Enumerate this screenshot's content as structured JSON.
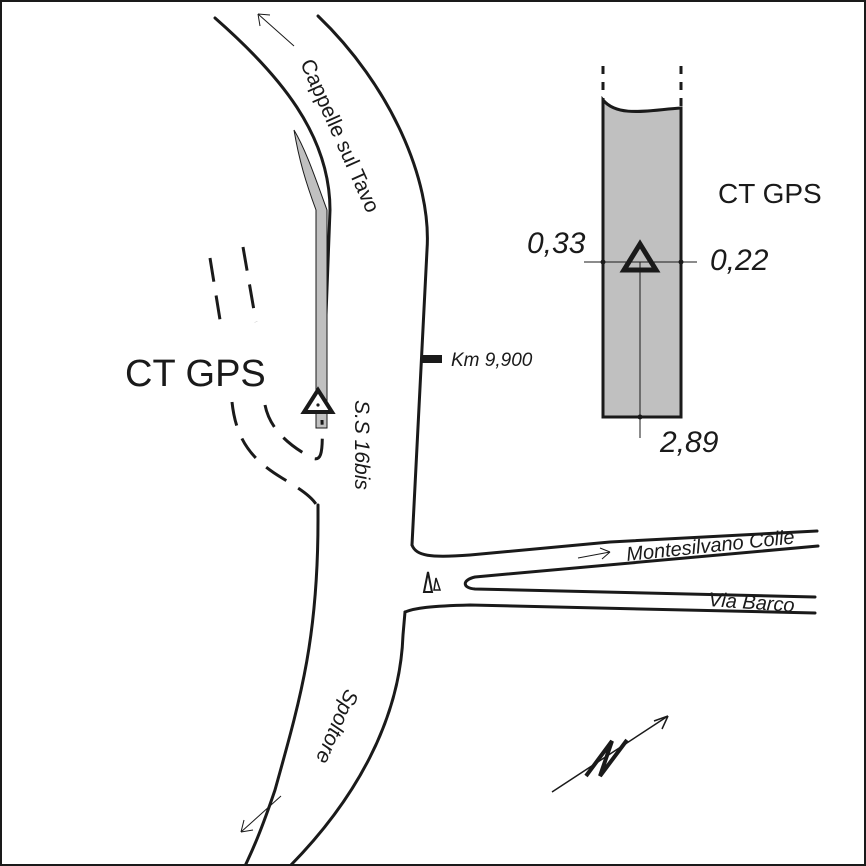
{
  "colors": {
    "background": "#ffffff",
    "ink": "#1a1a1a",
    "shoulder_fill": "#c0c0c0"
  },
  "map": {
    "station_label": "CT GPS",
    "roads": {
      "north": "Cappelle sul Tavo",
      "main": "S.S 16bis",
      "south": "Spoltore",
      "east_upper": "Montesilvano Colle",
      "east_lower": "Via Barco"
    },
    "kilometer_marker": "Km 9,900"
  },
  "detail": {
    "station_label": "CT GPS",
    "offset_left": "0,33",
    "offset_right": "0,22",
    "offset_bottom": "2,89"
  },
  "icons": {
    "north_arrow": "north-arrow-icon",
    "station": "triangle-station-icon",
    "direction": "direction-arrow-icon"
  }
}
